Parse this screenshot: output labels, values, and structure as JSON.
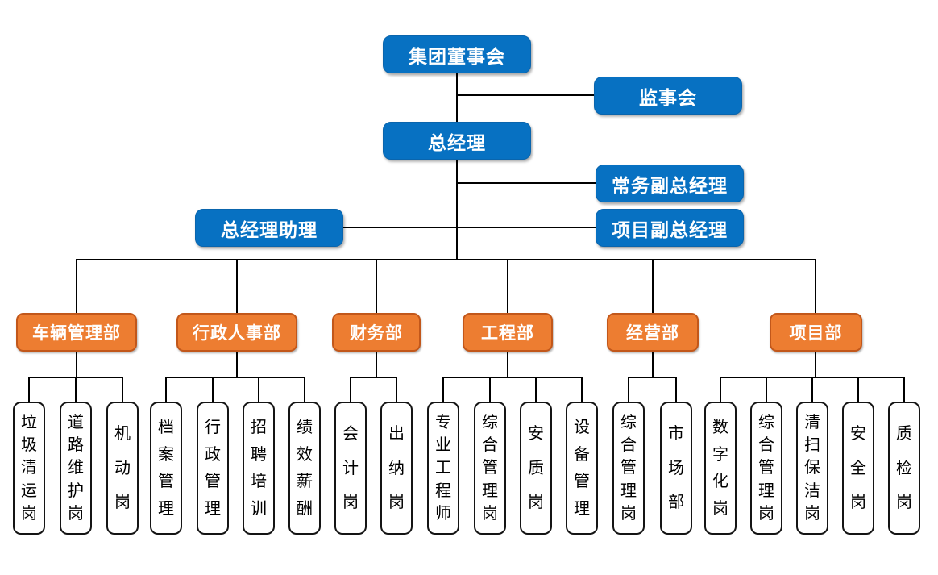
{
  "colors": {
    "executive_box": "#0771C2",
    "department_box": "#ED7D31",
    "department_border": "#C2571A",
    "leaf_box": "#FFFFFF",
    "leaf_border": "#141414",
    "connector": "#000000",
    "text_on_color": "#FFFFFF",
    "leaf_text": "#000000"
  },
  "nodes": {
    "board": "集团董事会",
    "supervisory": "监事会",
    "gm": "总经理",
    "deputy_gm_executive": "常务副总经理",
    "gm_assistant": "总经理助理",
    "deputy_gm_project": "项目副总经理"
  },
  "departments": [
    {
      "label": "车辆管理部",
      "positions": [
        "垃圾清运岗",
        "道路维护岗",
        "机动岗"
      ]
    },
    {
      "label": "行政人事部",
      "positions": [
        "档案管理",
        "行政管理",
        "招聘培训",
        "绩效薪酬"
      ]
    },
    {
      "label": "财务部",
      "positions": [
        "会计岗",
        "出纳岗"
      ]
    },
    {
      "label": "工程部",
      "positions": [
        "专业工程师",
        "综合管理岗",
        "安质岗",
        "设备管理"
      ]
    },
    {
      "label": "经营部",
      "positions": [
        "综合管理岗",
        "市场部"
      ]
    },
    {
      "label": "项目部",
      "positions": [
        "数字化岗",
        "综合管理岗",
        "清扫保洁岗",
        "安全岗",
        "质检岗"
      ]
    }
  ]
}
